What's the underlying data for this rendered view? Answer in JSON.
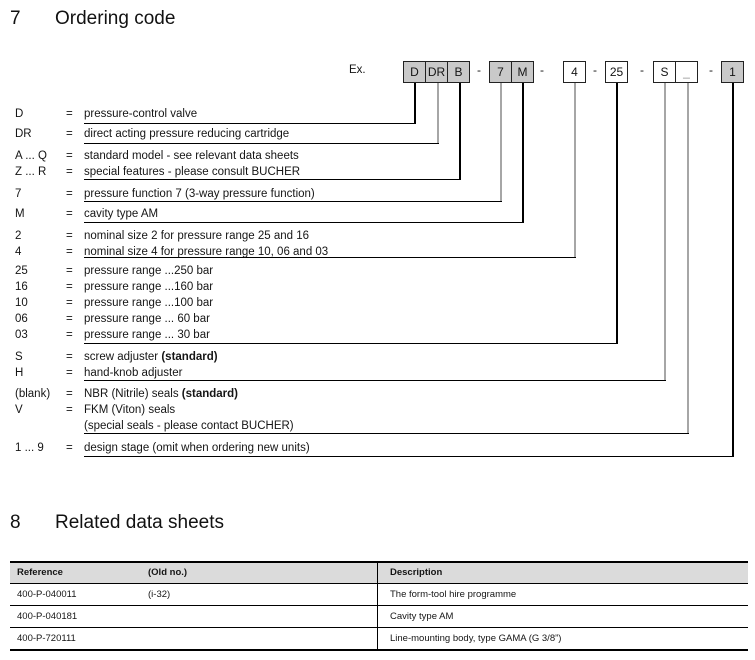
{
  "section7": {
    "number": "7",
    "title": "Ordering code"
  },
  "example": {
    "label": "Ex.",
    "separator": "-",
    "groups": [
      {
        "boxes": [
          {
            "text": "D",
            "gray": true
          },
          {
            "text": "DR",
            "gray": true
          },
          {
            "text": "B",
            "gray": true
          }
        ]
      },
      {
        "boxes": [
          {
            "text": "7",
            "gray": true
          },
          {
            "text": "M",
            "gray": true
          }
        ]
      },
      {
        "boxes": [
          {
            "text": "4",
            "gray": false
          }
        ]
      },
      {
        "boxes": [
          {
            "text": "25",
            "gray": false
          }
        ]
      },
      {
        "boxes": [
          {
            "text": "S",
            "gray": false
          },
          {
            "text": "_",
            "gray": false
          }
        ]
      },
      {
        "boxes": [
          {
            "text": "1",
            "gray": true
          }
        ]
      }
    ]
  },
  "ordering_rows": [
    {
      "label": "D",
      "eq": "=",
      "desc": "pressure-control valve"
    },
    {
      "label": "DR",
      "eq": "=",
      "desc": "direct acting pressure reducing cartridge"
    },
    {
      "label": "A ... Q",
      "eq": "=",
      "desc": "standard model - see relevant data sheets"
    },
    {
      "label": "Z ... R",
      "eq": "=",
      "desc": "special features - please consult BUCHER"
    },
    {
      "label": "7",
      "eq": "=",
      "desc": "pressure function 7 (3-way pressure function)"
    },
    {
      "label": "M",
      "eq": "=",
      "desc": "cavity type AM"
    },
    {
      "label": "2",
      "eq": "=",
      "desc": "nominal size 2 for pressure range 25 and 16"
    },
    {
      "label": "4",
      "eq": "=",
      "desc": "nominal size 4 for pressure range 10, 06 and 03"
    },
    {
      "label": "25",
      "eq": "=",
      "desc": "pressure range ...250 bar"
    },
    {
      "label": "16",
      "eq": "=",
      "desc": "pressure range ...160 bar"
    },
    {
      "label": "10",
      "eq": "=",
      "desc": "pressure range ...100 bar"
    },
    {
      "label": "06",
      "eq": "=",
      "desc": "pressure range ...  60 bar"
    },
    {
      "label": "03",
      "eq": "=",
      "desc": "pressure range ...  30 bar"
    },
    {
      "label": "S",
      "eq": "=",
      "desc": "screw adjuster ",
      "desc_bold": "(standard)"
    },
    {
      "label": "H",
      "eq": "=",
      "desc": "hand-knob adjuster"
    },
    {
      "label": "(blank)",
      "eq": "=",
      "desc": "NBR (Nitrile) seals  ",
      "desc_bold": "(standard)"
    },
    {
      "label": "V",
      "eq": "=",
      "desc": "FKM (Viton) seals"
    },
    {
      "label": "",
      "eq": "",
      "desc": "(special seals - please contact BUCHER)"
    },
    {
      "label": "1 ... 9",
      "eq": "=",
      "desc": "design stage (omit when ordering new units)"
    }
  ],
  "section8": {
    "number": "8",
    "title": "Related data sheets"
  },
  "table": {
    "headers": [
      "Reference",
      "(Old no.)",
      "Description"
    ],
    "rows": [
      {
        "reference": "400-P-040011",
        "old_no": "(i-32)",
        "description": "The form-tool hire programme"
      },
      {
        "reference": "400-P-040181",
        "old_no": "",
        "description": "Cavity type AM"
      },
      {
        "reference": "400-P-720111",
        "old_no": "",
        "description": "Line-mounting body, type GAMA  (G 3/8”)"
      }
    ]
  },
  "colors": {
    "box_gray": "#c9c9c9",
    "connector_gray": "#a6a6a6",
    "connector_black": "#000000",
    "table_header_bg": "#dbdbdb"
  }
}
